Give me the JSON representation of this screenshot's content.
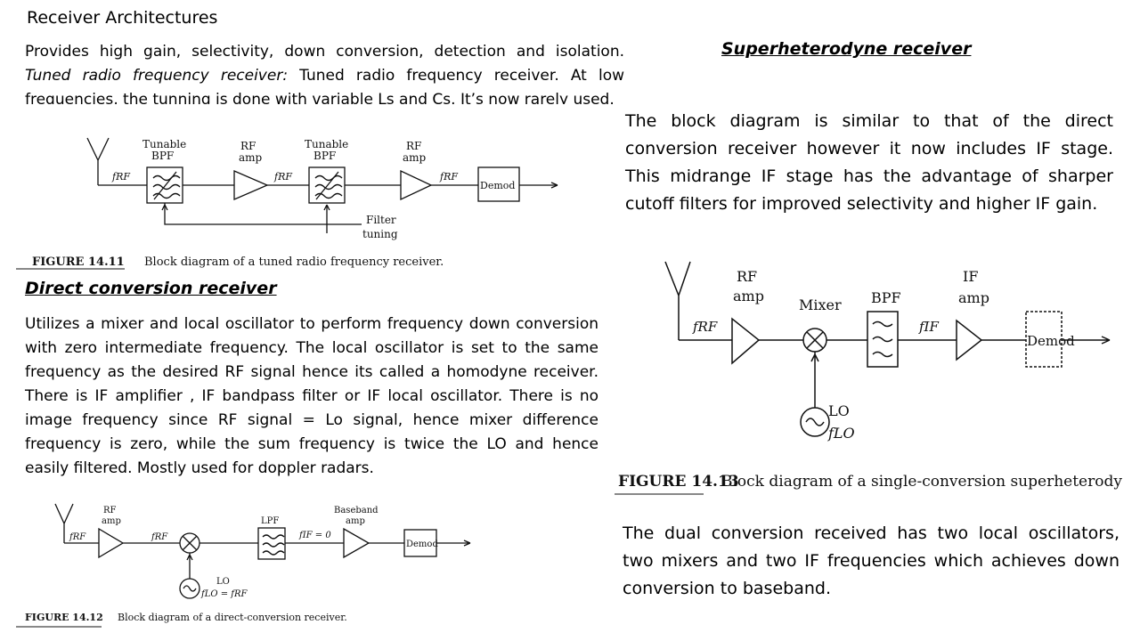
{
  "page": {
    "title": "Receiver Architectures"
  },
  "intro": {
    "lead": "Provides high gain, selectivity, down conversion, detection and isolation. ",
    "trf_label": "Tuned radio frequency receiver:",
    "trf_text": " Tuned radio frequency receiver. At low frequencies, the tunning is done with variable Ls and Cs.  It’s now rarely used."
  },
  "fig_trf": {
    "label_tunable1": "Tunable",
    "label_bpf1": "BPF",
    "label_rf1": "RF",
    "label_amp1": "amp",
    "label_tunable2": "Tunable",
    "label_bpf2": "BPF",
    "label_rf2": "RF",
    "label_amp2": "amp",
    "frf1": "fRF",
    "frf2": "fRF",
    "frf3": "fRF",
    "demod": "Demod",
    "filter": "Filter",
    "tuning": "tuning",
    "caption_num": "FIGURE 14.11",
    "caption_text": "Block diagram of a tuned radio frequency receiver."
  },
  "direct": {
    "heading": "Direct conversion receiver",
    "text": "Utilizes a mixer and local oscillator to perform frequency down conversion with zero intermediate frequency. The local oscillator is set to the same frequency as the desired RF signal hence its called a homodyne receiver. There is IF amplifier , IF bandpass filter or IF local oscillator. There is no image frequency since RF signal = Lo signal, hence mixer difference frequency is zero, while the sum frequency is twice the LO and hence easily filtered. Mostly used for doppler radars."
  },
  "fig_direct": {
    "rf": "RF",
    "amp": "amp",
    "frf1": "fRF",
    "frf2": "fRF",
    "lpf": "LPF",
    "fif": "fIF = 0",
    "baseband": "Baseband",
    "bamp": "amp",
    "demod": "Demod",
    "lo": "LO",
    "flo": "fLO = fRF",
    "caption_num": "FIGURE 14.12",
    "caption_text": "Block diagram of a direct-conversion receiver."
  },
  "super": {
    "heading": "Superheterodyne receiver",
    "text": "The block diagram is similar to that of the direct conversion receiver however it now includes IF stage. This midrange IF stage has the advantage of sharper cutoff filters for improved selectivity and higher IF gain."
  },
  "fig_super": {
    "rf": "RF",
    "amp": "amp",
    "mixer": "Mixer",
    "bpf": "BPF",
    "if": "IF",
    "ifamp": "amp",
    "frf": "fRF",
    "fif": "fIF",
    "demod": "Demod",
    "lo": "LO",
    "flo": "fLO",
    "caption_num": "FIGURE 14.13",
    "caption_text": "Block diagram of a single-conversion superheterodyne receiver."
  },
  "dual": {
    "text": "The dual conversion received has two local oscillators, two mixers and two IF frequencies which achieves down conversion to baseband."
  }
}
